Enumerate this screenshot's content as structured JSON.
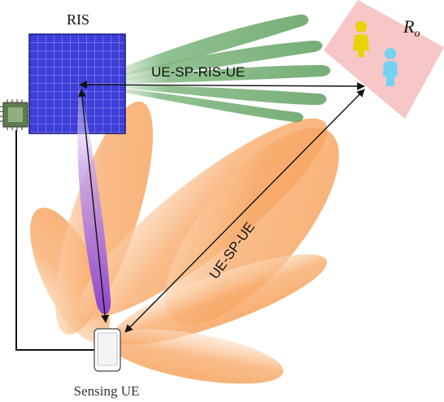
{
  "labels": {
    "ris": "RIS",
    "region": "R",
    "region_sub": "o",
    "path_ris": "UE-SP-RIS-UE",
    "path_direct": "UE-SP-UE",
    "sensing_ue": "Sensing UE"
  },
  "colors": {
    "ris_fill": "#3b3bd6",
    "ris_grid": "#8f8ff0",
    "region_fill": "#f7c6c6",
    "green_beam": "#5a9e5a",
    "orange_beam": "#f7a663",
    "purple_beam": "#8a3fcf",
    "person_yellow": "#e6d200",
    "person_cyan": "#6ed0f0",
    "chip": "#6f8f5f",
    "line": "#111111"
  },
  "icons": [
    "ris-panel-icon",
    "controller-chip-icon",
    "phone-icon",
    "person-yellow-icon",
    "person-cyan-icon"
  ]
}
